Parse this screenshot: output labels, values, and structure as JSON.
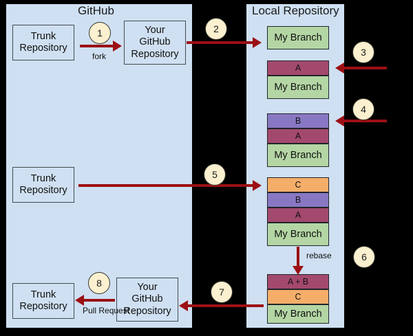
{
  "diagram": {
    "title_github": "GitHub",
    "title_local": "Local Repository"
  },
  "colors": {
    "panel_bg": "#cfe0f2",
    "page_bg": "#000000",
    "arrow": "#9c1014",
    "step_circle": "#fbf0cf",
    "commit_a": "#a4496e",
    "commit_b": "#8878c3",
    "commit_c": "#f4ae6a",
    "branch": "#b4d6a4"
  },
  "github_panel": {
    "trunk_top": {
      "line1": "Trunk",
      "line2": "Repository"
    },
    "your_repo_top": {
      "line1": "Your",
      "line2": "GitHub",
      "line3": "Repository"
    },
    "trunk_mid": {
      "line1": "Trunk",
      "line2": "Repository"
    },
    "trunk_bottom": {
      "line1": "Trunk",
      "line2": "Repository"
    },
    "your_repo_bottom": {
      "line1": "Your",
      "line2": "GitHub",
      "line3": "Repository"
    }
  },
  "local_panel": {
    "stacks": [
      {
        "name": "stack-1",
        "commits": [
          {
            "label": "My Branch",
            "kind": "branch"
          }
        ]
      },
      {
        "name": "stack-2",
        "commits": [
          {
            "label": "A",
            "kind": "a"
          },
          {
            "label": "My Branch",
            "kind": "branch"
          }
        ]
      },
      {
        "name": "stack-3",
        "commits": [
          {
            "label": "B",
            "kind": "b"
          },
          {
            "label": "A",
            "kind": "a"
          },
          {
            "label": "My Branch",
            "kind": "branch"
          }
        ]
      },
      {
        "name": "stack-4",
        "commits": [
          {
            "label": "C",
            "kind": "c"
          },
          {
            "label": "B",
            "kind": "b"
          },
          {
            "label": "A",
            "kind": "a"
          },
          {
            "label": "My Branch",
            "kind": "branch"
          }
        ]
      },
      {
        "name": "stack-5",
        "commits": [
          {
            "label": "A + B",
            "kind": "a"
          },
          {
            "label": "C",
            "kind": "c"
          },
          {
            "label": "My Branch",
            "kind": "branch"
          }
        ]
      }
    ]
  },
  "steps": [
    {
      "number": "1"
    },
    {
      "number": "2"
    },
    {
      "number": "3"
    },
    {
      "number": "4"
    },
    {
      "number": "5"
    },
    {
      "number": "6"
    },
    {
      "number": "7"
    },
    {
      "number": "8"
    }
  ],
  "edge_labels": {
    "fork": "fork",
    "rebase": "rebase",
    "pull_request_line1": "Pull",
    "pull_request_line2": "Request"
  }
}
